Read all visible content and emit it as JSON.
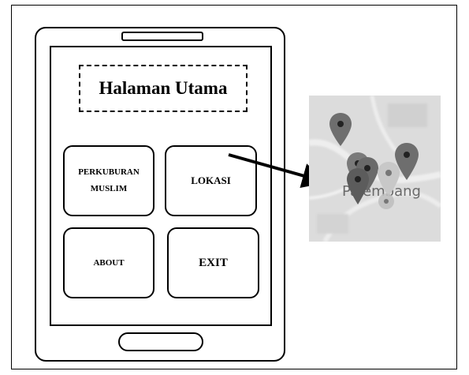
{
  "screen": {
    "title": "Halaman Utama",
    "buttons": {
      "perkuburan_line1": "PERKUBURAN",
      "perkuburan_line2": "MUSLIM",
      "lokasi": "LOKASI",
      "about": "ABOUT",
      "exit": "EXIT"
    }
  },
  "map_preview": {
    "place_label": "Palembang",
    "icon": "map-pin-icon",
    "colors": {
      "map_bg": "#d9d9d9",
      "pin_dark": "#6e6e6e",
      "pin_light": "#c8c8c8"
    }
  }
}
